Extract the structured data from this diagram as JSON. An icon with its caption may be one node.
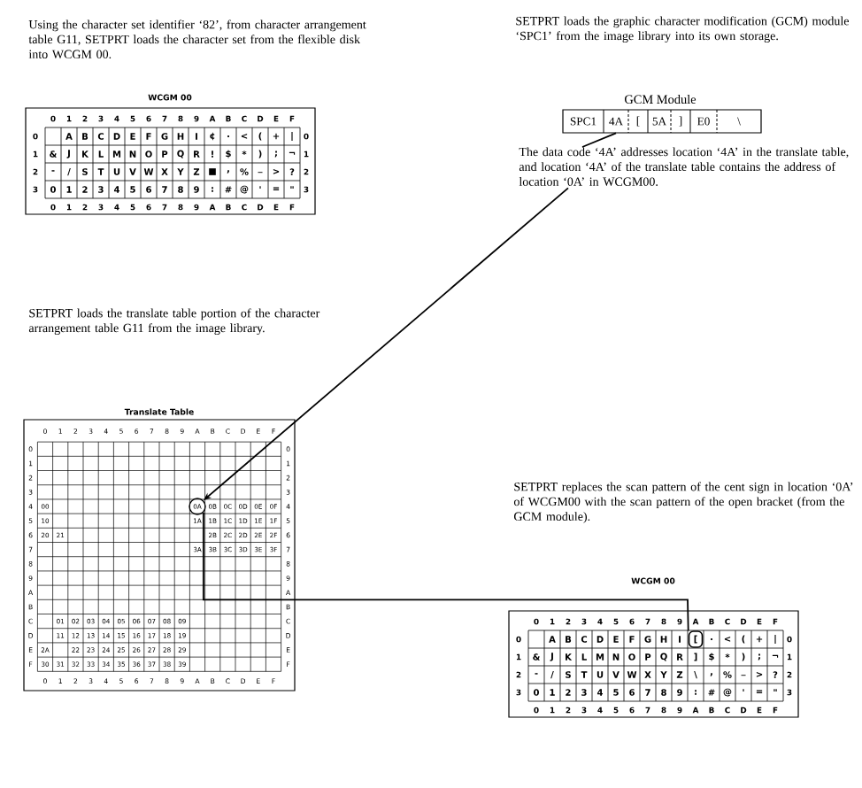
{
  "diagram": {
    "nodes": [
      {
        "text": [
          "4A"
        ]
      },
      {
        "text": [
          "The data code ‘4A’ addresses location ‘4A’ in the translate table, and location ‘4A’ of the translate table contains the address of location ‘0A’ in WCGM00."
        ]
      },
      {
        "text": [
          "0A"
        ]
      },
      {
        "text": [
          "["
        ]
      }
    ],
    "edges": [
      {
        "from": 0,
        "to": 1,
        "arrow": "none"
      },
      {
        "from": 1,
        "to": 2,
        "arrow": "to"
      },
      {
        "from": 2,
        "to": 3,
        "arrow": "none"
      }
    ],
    "labels": [
      "Using the character set identifier ‘82’, from character arrangement table G11, SETPRT loads the character set from the flexible disk into WCGM 00.",
      "WCGM 00",
      "0",
      "1",
      "2",
      "3",
      "4",
      "5",
      "6",
      "7",
      "8",
      "9",
      "A",
      "B",
      "C",
      "D",
      "E",
      "F",
      "0",
      "A",
      "B",
      "C",
      "D",
      "E",
      "F",
      "G",
      "H",
      "I",
      "¢",
      ".",
      "<",
      "(",
      "+",
      "|",
      "0",
      "1",
      "&",
      "J",
      "K",
      "L",
      "M",
      "N",
      "O",
      "P",
      "Q",
      "R",
      "!",
      "$",
      "*",
      ")",
      ";",
      "¬",
      "1",
      "2",
      "-",
      "/",
      "S",
      "T",
      "U",
      "V",
      "W",
      "X",
      "Y",
      "Z",
      "■",
      ",",
      "%",
      "_",
      ">",
      "?",
      "2",
      "3",
      "0",
      "1",
      "2",
      "3",
      "4",
      "5",
      "6",
      "7",
      "8",
      "9",
      ":",
      "#",
      "@",
      "'",
      "=",
      "\"",
      "3",
      "0",
      "1",
      "2",
      "3",
      "4",
      "5",
      "6",
      "7",
      "8",
      "9",
      "A",
      "B",
      "C",
      "D",
      "E",
      "F",
      "SETPRT loads the graphic character modification (GCM) module ‘SPC1’ from the image library into its own storage.",
      "GCM Module",
      "SPC1",
      "[",
      "5A",
      "]",
      "E0",
      "\\",
      "SETPRT loads the translate table portion of the character arrangement table G11 from the image library.",
      "Translate Table",
      "0",
      "1",
      "2",
      "3",
      "4",
      "5",
      "6",
      "7",
      "8",
      "9",
      "A",
      "B",
      "C",
      "D",
      "E",
      "F",
      "0",
      "0",
      "1",
      "1",
      "2",
      "2",
      "3",
      "3",
      "4",
      "00",
      "0B",
      "0C",
      "0D",
      "0E",
      "0F",
      "4",
      "5",
      "10",
      "1A",
      "1B",
      "1C",
      "1D",
      "1E",
      "1F",
      "5",
      "6",
      "20",
      "21",
      "2B",
      "2C",
      "2D",
      "2E",
      "2F",
      "6",
      "7",
      "3A",
      "3B",
      "3C",
      "3D",
      "3E",
      "3F",
      "7",
      "8",
      "8",
      "9",
      "9",
      "A",
      "A",
      "B",
      "B",
      "C",
      "01",
      "02",
      "03",
      "04",
      "05",
      "06",
      "07",
      "08",
      "09",
      "C",
      "D",
      "11",
      "12",
      "13",
      "14",
      "15",
      "16",
      "17",
      "18",
      "19",
      "D",
      "E",
      "2A",
      "22",
      "23",
      "24",
      "25",
      "26",
      "27",
      "28",
      "29",
      "E",
      "F",
      "30",
      "31",
      "32",
      "33",
      "34",
      "35",
      "36",
      "37",
      "38",
      "39",
      "F",
      "0",
      "1",
      "2",
      "3",
      "4",
      "5",
      "6",
      "7",
      "8",
      "9",
      "A",
      "B",
      "C",
      "D",
      "E",
      "F",
      "SETPRT replaces the scan pattern of the cent sign in location ‘0A’ of WCGM00 with the scan pattern of the open bracket (from the GCM module).",
      "WCGM 00",
      "0",
      "1",
      "2",
      "3",
      "4",
      "5",
      "6",
      "7",
      "8",
      "9",
      "A",
      "B",
      "C",
      "D",
      "E",
      "F",
      "0",
      "A",
      "B",
      "C",
      "D",
      "E",
      "F",
      "G",
      "H",
      "I",
      ".",
      "<",
      "(",
      "+",
      "|",
      "0",
      "1",
      "&",
      "J",
      "K",
      "L",
      "M",
      "N",
      "O",
      "P",
      "Q",
      "R",
      "]",
      "$",
      "*",
      ")",
      ";",
      "¬",
      "1",
      "2",
      "-",
      "/",
      "S",
      "T",
      "U",
      "V",
      "W",
      "X",
      "Y",
      "Z",
      "\\",
      ",",
      "%",
      "_",
      ">",
      "?",
      "2",
      "3",
      "0",
      "1",
      "2",
      "3",
      "4",
      "5",
      "6",
      "7",
      "8",
      "9",
      ":",
      "#",
      "@",
      "'",
      "=",
      "\"",
      "3",
      "0",
      "1",
      "2",
      "3",
      "4",
      "5",
      "6",
      "7",
      "8",
      "9",
      "A",
      "B",
      "C",
      "D",
      "E",
      "F"
    ]
  }
}
